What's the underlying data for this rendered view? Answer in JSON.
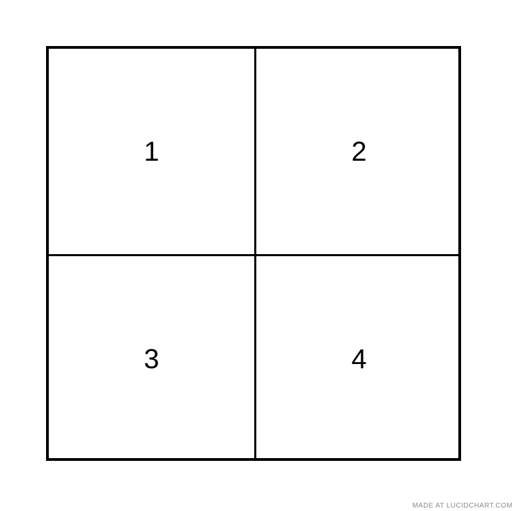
{
  "diagram": {
    "cells": [
      {
        "label": "1"
      },
      {
        "label": "2"
      },
      {
        "label": "3"
      },
      {
        "label": "4"
      }
    ],
    "line_color": "#000000",
    "background": "#ffffff"
  },
  "footer": {
    "watermark": "MADE AT LUCIDCHART.COM"
  }
}
